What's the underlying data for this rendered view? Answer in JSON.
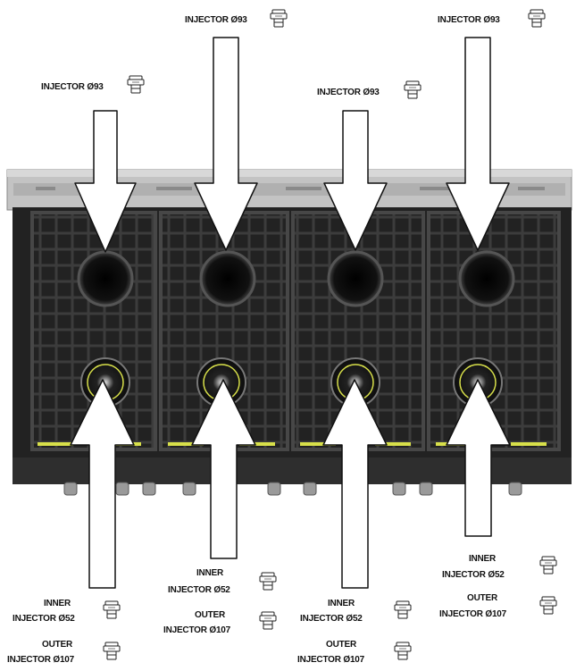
{
  "labels": {
    "top_left": "INJECTOR Ø93",
    "top_second": "INJECTOR Ø93",
    "top_third": "INJECTOR Ø93",
    "top_right": "INJECTOR Ø93",
    "bottom_1_inner_title": "INNER",
    "bottom_1_inner_value": "INJECTOR Ø52",
    "bottom_1_outer_title": "OUTER",
    "bottom_1_outer_value": "INJECTOR Ø107",
    "bottom_2_inner_title": "INNER",
    "bottom_2_inner_value": "INJECTOR Ø52",
    "bottom_2_outer_title": "OUTER",
    "bottom_2_outer_value": "INJECTOR Ø107",
    "bottom_3_inner_title": "INNER",
    "bottom_3_inner_value": "INJECTOR Ø52",
    "bottom_3_outer_title": "OUTER",
    "bottom_3_outer_value": "INJECTOR Ø107",
    "bottom_4_inner_title": "INNER",
    "bottom_4_inner_value": "INJECTOR Ø52",
    "bottom_4_outer_title": "OUTER",
    "bottom_4_outer_value": "INJECTOR Ø107"
  },
  "icons": {
    "injector": "injector-icon"
  },
  "colors": {
    "grate": "#2a2a2a",
    "panel": "#bcbcbc",
    "arrow_fill": "#ffffff",
    "arrow_stroke": "#111111",
    "accent": "#d8e04a"
  }
}
